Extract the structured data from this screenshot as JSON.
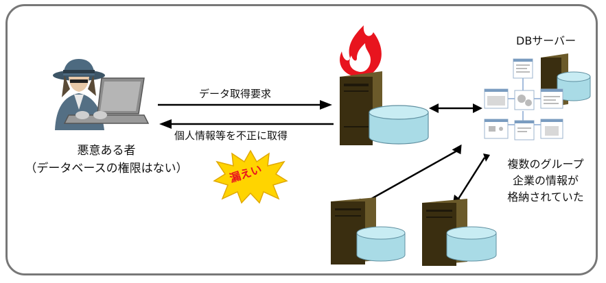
{
  "attacker": {
    "label_line1": "悪意ある者",
    "label_line2": "（データベースの権限はない）"
  },
  "arrows": {
    "request": "データ取得要求",
    "exfiltration": "個人情報等を不正に取得"
  },
  "leak_badge": "漏えい",
  "db_server": {
    "title": "DBサーバー",
    "caption_line1": "複数のグループ",
    "caption_line2": "企業の情報が",
    "caption_line3": "格納されていた"
  },
  "colors": {
    "server_body": "#3a2e10",
    "server_edge": "#6b5a2a",
    "db_fill": "#a9dbe6",
    "db_stroke": "#5f8fa0",
    "flame": "#e8141e",
    "badge": "#ffd400",
    "badge_text": "#e8141e",
    "frame": "#777777"
  },
  "icons": [
    "hacker-icon",
    "flame-icon",
    "server-icon",
    "database-icon",
    "network-diagram-icon",
    "explosion-badge-icon"
  ]
}
